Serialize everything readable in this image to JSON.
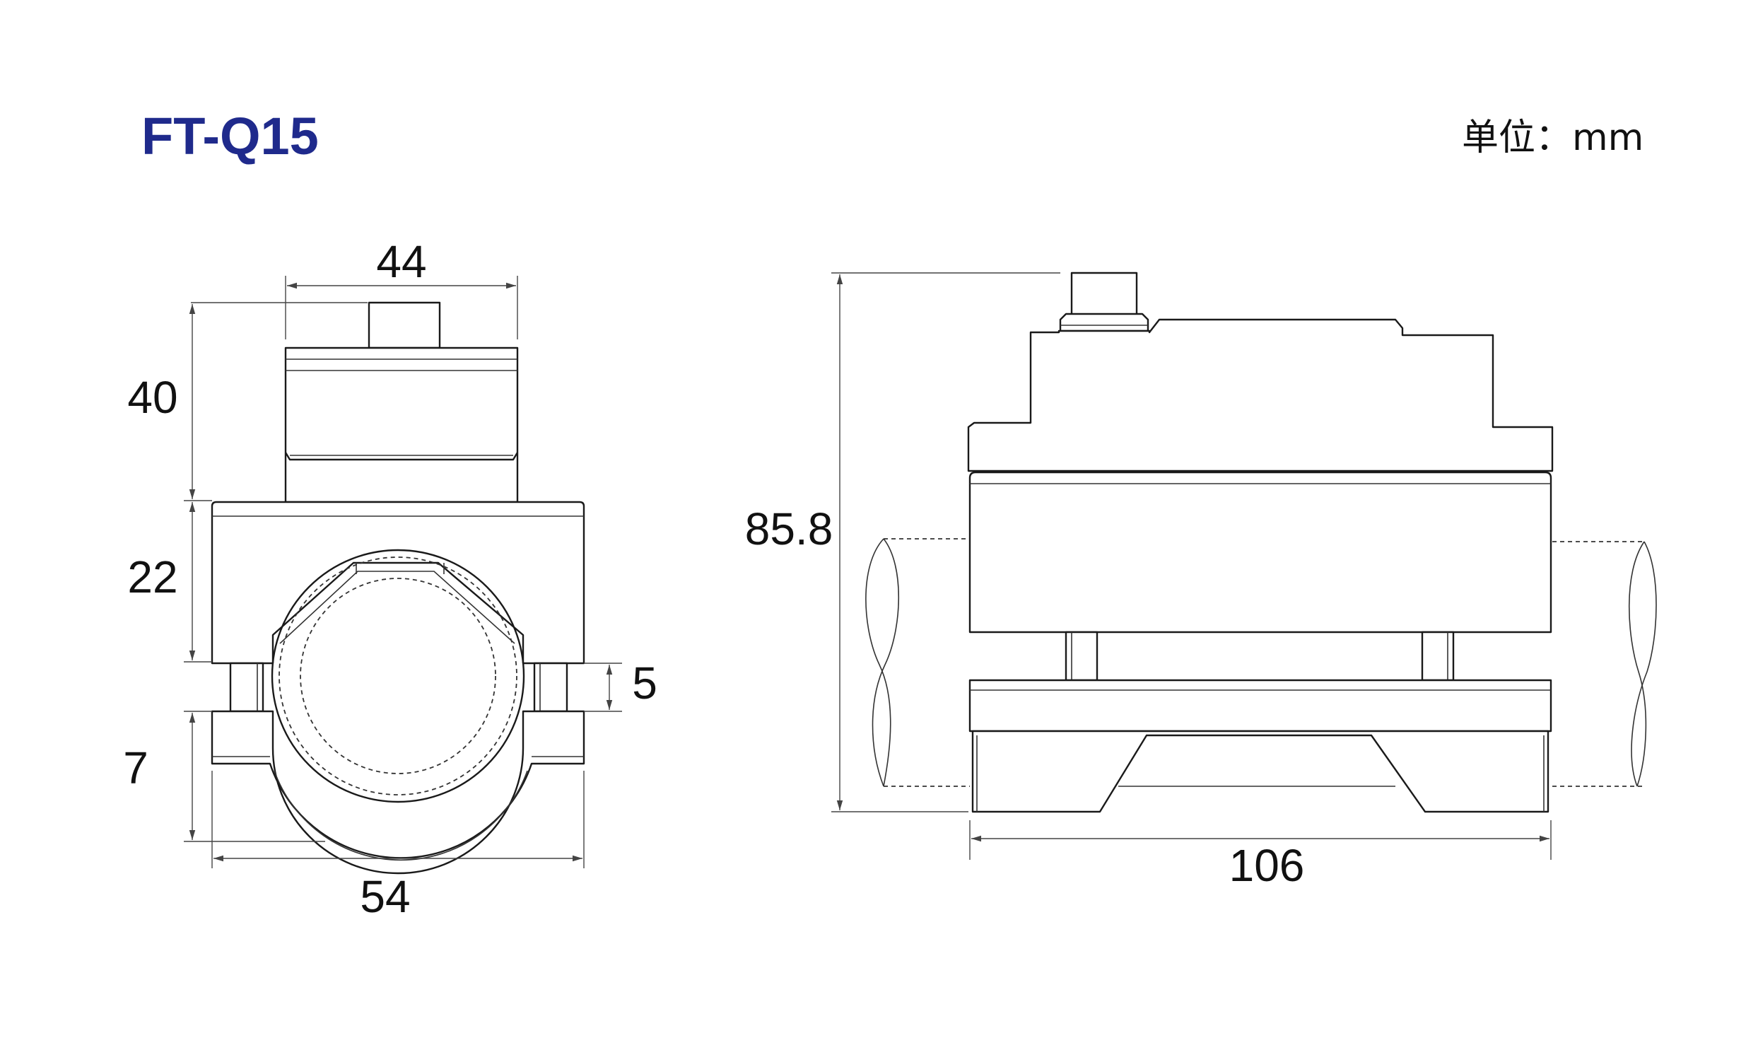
{
  "model_title": "FT-Q15",
  "unit_label": "单位：mm",
  "colors": {
    "title": "#1f2a8c",
    "line": "#1a1a1a",
    "text": "#111111"
  },
  "front_view": {
    "width_top": "44",
    "height_sensor": "40",
    "height_clamp_upper": "22",
    "gap": "5",
    "height_clamp_lower": "7",
    "width_base": "54"
  },
  "side_view": {
    "total_height": "85.8",
    "total_length": "106"
  }
}
